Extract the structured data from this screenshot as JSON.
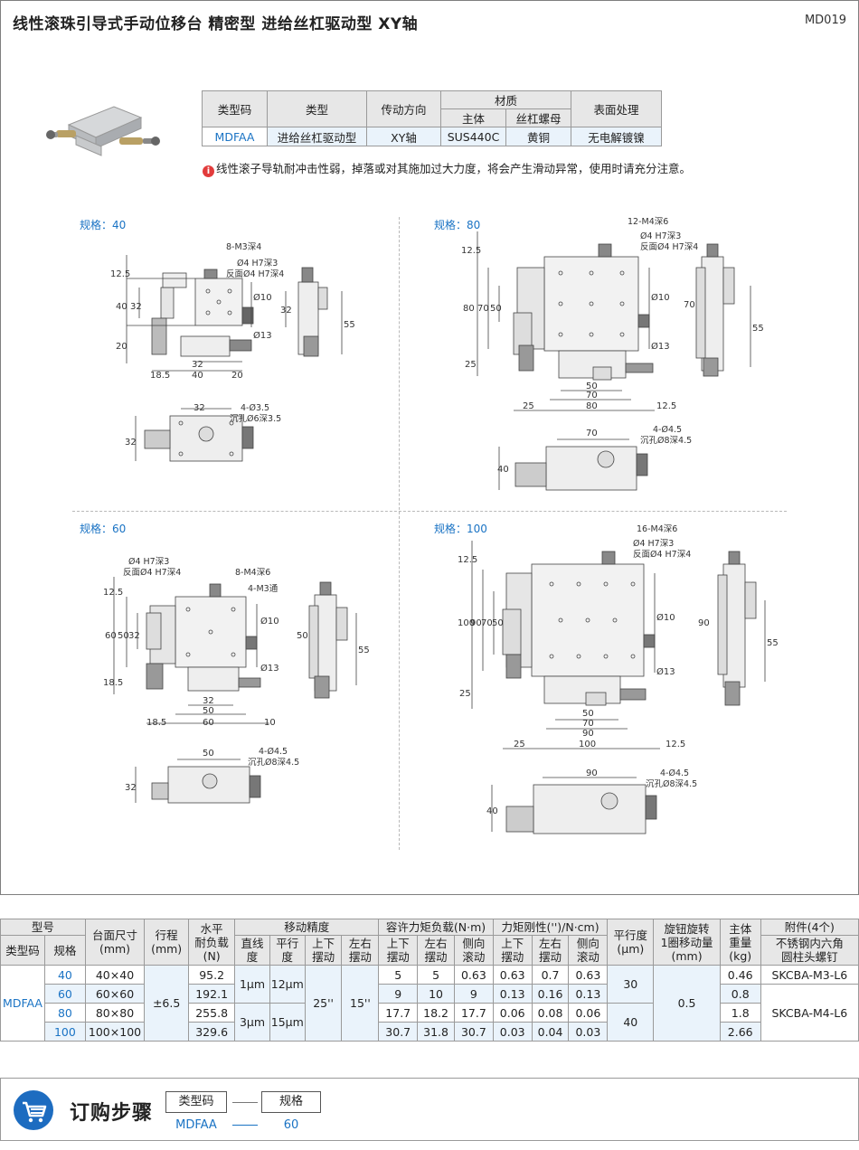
{
  "header": {
    "title": "线性滚珠引导式手动位移台  精密型  进给丝杠驱动型  XY轴",
    "page_code": "MD019"
  },
  "spec_table": {
    "headers": {
      "type_code": "类型码",
      "type": "类型",
      "drive_direction": "传动方向",
      "material": "材质",
      "material_body": "主体",
      "material_nut": "丝杠螺母",
      "surface": "表面处理"
    },
    "row": {
      "type_code": "MDFAA",
      "type": "进给丝杠驱动型",
      "drive_direction": "XY轴",
      "material_body": "SUS440C",
      "material_nut": "黄铜",
      "surface": "无电解镀镍"
    }
  },
  "note": {
    "icon": "warning-icon",
    "text": "线性滚子导轨耐冲击性弱，掉落或对其施加过大力度，将会产生滑动异常，使用时请充分注意。"
  },
  "drawings": {
    "s40": {
      "label": "规格：40",
      "dims": {
        "d1": "8-M3深4",
        "d2": "Ø4 H7深3",
        "d3": "反面Ø4 H7深4",
        "v125": "12.5",
        "v40": "40",
        "v32": "32",
        "v20": "20",
        "o10": "Ø10",
        "o13": "Ø13",
        "h32": "32",
        "h185": "18.5",
        "h40": "40",
        "h20": "20",
        "side32": "32",
        "side55": "55",
        "b32": "32",
        "bh32": "32",
        "b1": "4-Ø3.5",
        "b2": "沉孔Ø6深3.5"
      }
    },
    "s80": {
      "label": "规格：80",
      "dims": {
        "d1": "12-M4深6",
        "d2": "Ø4 H7深3",
        "d3": "反面Ø4 H7深4",
        "v125": "12.5",
        "v80": "80",
        "v70": "70",
        "v50": "50",
        "v25": "25",
        "o10": "Ø10",
        "o13": "Ø13",
        "h50": "50",
        "h70": "70",
        "h80": "80",
        "h25": "25",
        "h125": "12.5",
        "side70": "70",
        "side55": "55",
        "b70": "70",
        "bh40": "40",
        "b1": "4-Ø4.5",
        "b2": "沉孔Ø8深4.5"
      }
    },
    "s60": {
      "label": "规格：60",
      "dims": {
        "d1": "Ø4 H7深3",
        "d2": "反面Ø4 H7深4",
        "d3": "8-M4深6",
        "d4": "4-M3通",
        "v125": "12.5",
        "v60": "60",
        "v50": "50",
        "v32": "32",
        "v185": "18.5",
        "o10": "Ø10",
        "o13": "Ø13",
        "h32": "32",
        "h50": "50",
        "h185": "18.5",
        "h60": "60",
        "h10": "10",
        "side50": "50",
        "side55": "55",
        "b50": "50",
        "bh32": "32",
        "b1": "4-Ø4.5",
        "b2": "沉孔Ø8深4.5"
      }
    },
    "s100": {
      "label": "规格：100",
      "dims": {
        "d1": "16-M4深6",
        "d2": "Ø4 H7深3",
        "d3": "反面Ø4 H7深4",
        "v125": "12.5",
        "v100": "100",
        "v90": "90",
        "v70": "70",
        "v50": "50",
        "v25": "25",
        "o10": "Ø10",
        "o13": "Ø13",
        "h50": "50",
        "h70": "70",
        "h90": "90",
        "h100": "100",
        "h25": "25",
        "h125": "12.5",
        "side90": "90",
        "side55": "55",
        "b90": "90",
        "bh40": "40",
        "b1": "4-Ø4.5",
        "b2": "沉孔Ø8深4.5"
      }
    }
  },
  "model_table": {
    "headers": {
      "model": "型号",
      "type_code": "类型码",
      "size": "规格",
      "table_size": "台面尺寸\n(mm)",
      "stroke": "行程\n(mm)",
      "load": "水平\n耐负载\n(N)",
      "accuracy": "移动精度",
      "straight": "直线\n度",
      "parallel": "平行\n度",
      "pitch": "上下\n摆动",
      "yaw": "左右\n摆动",
      "moment_load": "容许力矩负载(N·m)",
      "m_pitch": "上下\n摆动",
      "m_yaw": "左右\n摆动",
      "m_roll": "侧向\n滚动",
      "stiffness": "力矩刚性('')/N·cm)",
      "s_pitch": "上下\n摆动",
      "s_yaw": "左右\n摆动",
      "s_roll": "侧向\n滚动",
      "parallelism": "平行度\n(μm)",
      "knob": "旋钮旋转\n1圈移动量\n(mm)",
      "weight": "主体\n重量\n(kg)",
      "accessory": "附件(4个)",
      "accessory_sub": "不锈钢内六角\n圆柱头螺钉"
    },
    "type_code": "MDFAA",
    "stroke": "±6.5",
    "pitch_val": "25''",
    "yaw_val": "15''",
    "knob": "0.5",
    "rows": [
      {
        "size": "40",
        "table": "40×40",
        "load": "95.2",
        "mp": "5",
        "my": "5",
        "mr": "0.63",
        "sp": "0.63",
        "sy": "0.7",
        "sr": "0.63",
        "weight": "0.46"
      },
      {
        "size": "60",
        "table": "60×60",
        "load": "192.1",
        "mp": "9",
        "my": "10",
        "mr": "9",
        "sp": "0.13",
        "sy": "0.16",
        "sr": "0.13",
        "weight": "0.8"
      },
      {
        "size": "80",
        "table": "80×80",
        "load": "255.8",
        "mp": "17.7",
        "my": "18.2",
        "mr": "17.7",
        "sp": "0.06",
        "sy": "0.08",
        "sr": "0.06",
        "weight": "1.8"
      },
      {
        "size": "100",
        "table": "100×100",
        "load": "329.6",
        "mp": "30.7",
        "my": "31.8",
        "mr": "30.7",
        "sp": "0.03",
        "sy": "0.04",
        "sr": "0.03",
        "weight": "2.66"
      }
    ],
    "group1": {
      "straight": "1μm",
      "parallel": "12μm",
      "parallelism": "30",
      "accessory": "SKCBA-M3-L6"
    },
    "group2": {
      "straight": "3μm",
      "parallel": "15μm",
      "parallelism": "40",
      "accessory": "SKCBA-M4-L6"
    }
  },
  "order": {
    "icon": "cart-icon",
    "title": "订购步骤",
    "box1": "类型码",
    "box2": "规格",
    "val1": "MDFAA",
    "val2": "60"
  }
}
